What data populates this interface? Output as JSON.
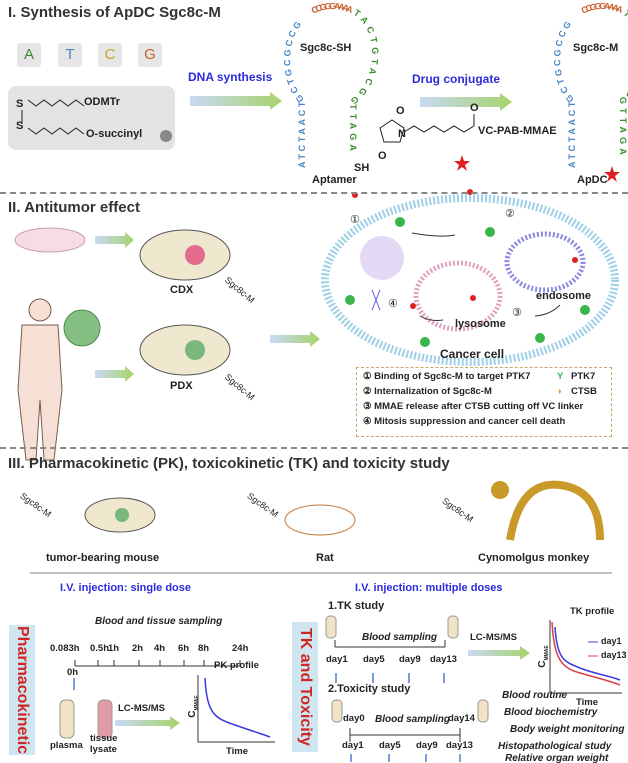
{
  "section1": {
    "title": "I. Synthesis of ApDC Sgc8c-M",
    "nucleotides": [
      "A",
      "T",
      "C",
      "G"
    ],
    "nucleotide_colors": [
      "#3c8a2e",
      "#4a86c5",
      "#c9a227",
      "#c8602a"
    ],
    "linker_top": "ODMTr",
    "linker_bottom": "O-succinyl",
    "linker_s": "S",
    "step1": "DNA synthesis",
    "aptamer_name": "Sgc8c-SH",
    "aptamer_label": "Aptamer",
    "sh": "SH",
    "step2": "Drug conjugate",
    "drug": "VC-PAB-MMAE",
    "atom_o": "O",
    "atom_n": "N",
    "apdc_name": "Sgc8c-M",
    "apdc_label": "ApDC",
    "sequence_left": "ATCTAACTGCTGCGCCG",
    "sequence_loop": "CCGGGAAAA",
    "sequence_right": "TACTGTACGGTTAGA"
  },
  "section2": {
    "title": "II. Antitumor effect",
    "cdx": "CDX",
    "pdx": "PDX",
    "drug": "Sgc8c-M",
    "endosome": "endosome",
    "lysosome": "lysosome",
    "cancer_cell": "Cancer cell",
    "steps": [
      "①",
      "②",
      "③",
      "④"
    ],
    "legend": [
      "① Binding of Sgc8c-M to target PTK7",
      "② Internalization of Sgc8c-M",
      "③ MMAE release after CTSB cutting off VC linker",
      "④ Mitosis suppression and cancer cell death"
    ],
    "legend_ptk7": "PTK7",
    "legend_ctsb": "CTSB"
  },
  "section3": {
    "title": "III. Pharmacokinetic (PK), toxicokinetic (TK) and toxicity study",
    "drug": "Sgc8c-M",
    "animals": [
      "tumor-bearing mouse",
      "Rat",
      "Cynomolgus monkey"
    ],
    "pk": {
      "header": "I.V. injection: single dose",
      "side_label": "Pharmacokinetic",
      "sampling": "Blood and tissue sampling",
      "times": [
        "0.083h",
        "0.5h",
        "1h",
        "2h",
        "4h",
        "6h",
        "8h",
        "24h"
      ],
      "start": "0h",
      "samples": [
        "plasma",
        "tissue lysate"
      ],
      "method": "LC-MS/MS",
      "profile_title": "PK profile",
      "ylabel": "C",
      "ylabel_sub": "MMAE",
      "xlabel": "Time"
    },
    "tk": {
      "header": "I.V. injection: multiple doses",
      "side_label": "TK and Toxicity",
      "tk_title": "1.TK study",
      "sampling": "Blood sampling",
      "days": [
        "day1",
        "day5",
        "day9",
        "day13"
      ],
      "method": "LC-MS/MS",
      "profile_title": "TK profile",
      "legend": [
        "day1",
        "day13"
      ],
      "series_colors": [
        "#3a3ae0",
        "#d84040"
      ],
      "ylabel": "C",
      "ylabel_sub": "MMAE",
      "xlabel": "Time",
      "tox_title": "2.Toxicity study",
      "tox_start": "day0",
      "tox_end": "day14",
      "tox_sampling": "Blood sampling",
      "tox_days": [
        "day1",
        "day5",
        "day9",
        "day13"
      ],
      "endpoints": [
        "Blood routine",
        "Blood biochemistry",
        "Body weight monitoring",
        "Histopathological study",
        "Relative organ weight"
      ]
    }
  }
}
